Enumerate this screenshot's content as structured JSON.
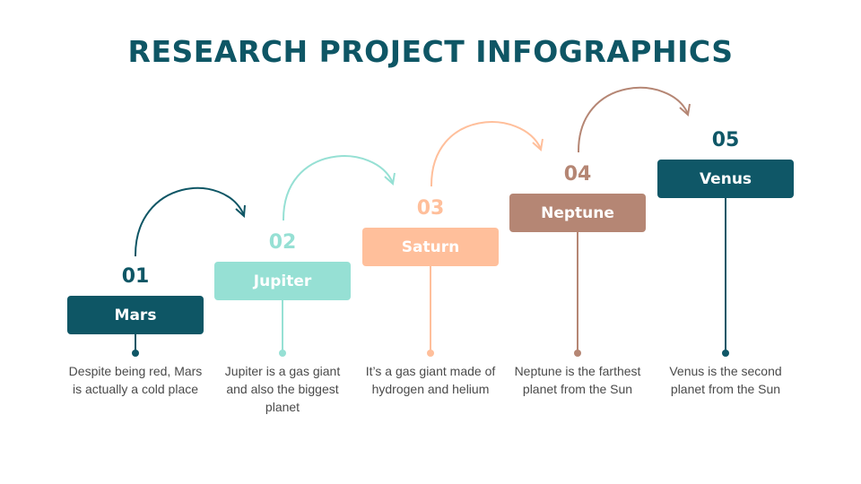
{
  "title": "RESEARCH PROJECT INFOGRAPHICS",
  "colors": {
    "teal_dark": "#0e5665",
    "mint": "#96e0d4",
    "peach": "#ffbf9b",
    "brown": "#b58674",
    "teal_dark2": "#0f5767"
  },
  "steps": [
    {
      "number": "01",
      "label": "Mars",
      "description": "Despite being red, Mars is actually a cold place",
      "color": "#0e5665"
    },
    {
      "number": "02",
      "label": "Jupiter",
      "description": "Jupiter is a gas giant and also the biggest planet",
      "color": "#96e0d4"
    },
    {
      "number": "03",
      "label": "Saturn",
      "description": "It’s a gas giant made of hydrogen and helium",
      "color": "#ffbf9b"
    },
    {
      "number": "04",
      "label": "Neptune",
      "description": "Neptune is the farthest planet from the Sun",
      "color": "#b58674"
    },
    {
      "number": "05",
      "label": "Venus",
      "description": "Venus is the second planet from the Sun",
      "color": "#0f5767"
    }
  ]
}
